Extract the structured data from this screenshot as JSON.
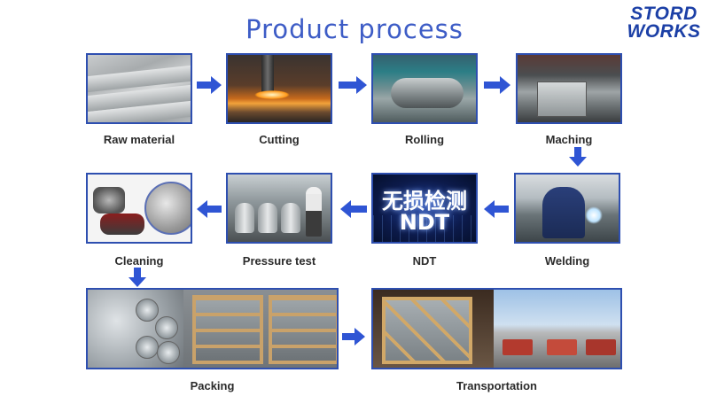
{
  "title": "Product process",
  "logo": {
    "line1": "STORD",
    "line2": "WORKS"
  },
  "steps": [
    {
      "id": "raw-material",
      "label": "Raw material"
    },
    {
      "id": "cutting",
      "label": "Cutting"
    },
    {
      "id": "rolling",
      "label": "Rolling"
    },
    {
      "id": "maching",
      "label": "Maching"
    },
    {
      "id": "welding",
      "label": "Welding"
    },
    {
      "id": "ndt",
      "label": "NDT",
      "image_text_1": "无损检测",
      "image_text_2": "NDT"
    },
    {
      "id": "pressure-test",
      "label": "Pressure test"
    },
    {
      "id": "cleaning",
      "label": "Cleaning"
    },
    {
      "id": "packing",
      "label": "Packing"
    },
    {
      "id": "transportation",
      "label": "Transportation"
    }
  ],
  "colors": {
    "accent": "#2e4fb0",
    "title": "#3d5cc6",
    "arrow": "#2f55d4",
    "logo": "#1b3fa6"
  }
}
